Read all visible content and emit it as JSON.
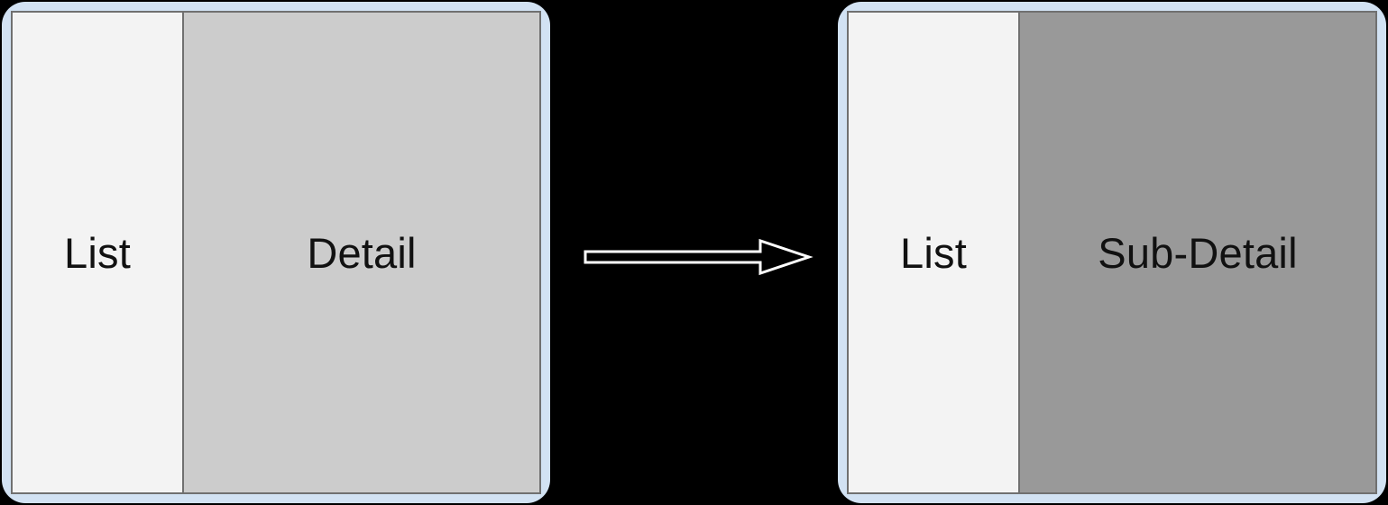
{
  "diagram": {
    "title": "List-Detail navigation transition",
    "background_color": "#000000",
    "windows": [
      {
        "name": "before-state",
        "frame_color": "#d2e2f3",
        "border_color": "#707070",
        "panes": [
          {
            "label": "List",
            "fill": "#f3f3f3"
          },
          {
            "label": "Detail",
            "fill": "#cccccc"
          }
        ]
      },
      {
        "name": "after-state",
        "frame_color": "#d2e2f3",
        "border_color": "#707070",
        "panes": [
          {
            "label": "List",
            "fill": "#f3f3f3"
          },
          {
            "label": "Sub-Detail",
            "fill": "#999999"
          }
        ]
      }
    ],
    "connector": {
      "icon": "arrow-right-icon",
      "direction": "right",
      "style": "outlined",
      "stroke_color": "#ffffff",
      "fill_color": "#000000"
    }
  }
}
